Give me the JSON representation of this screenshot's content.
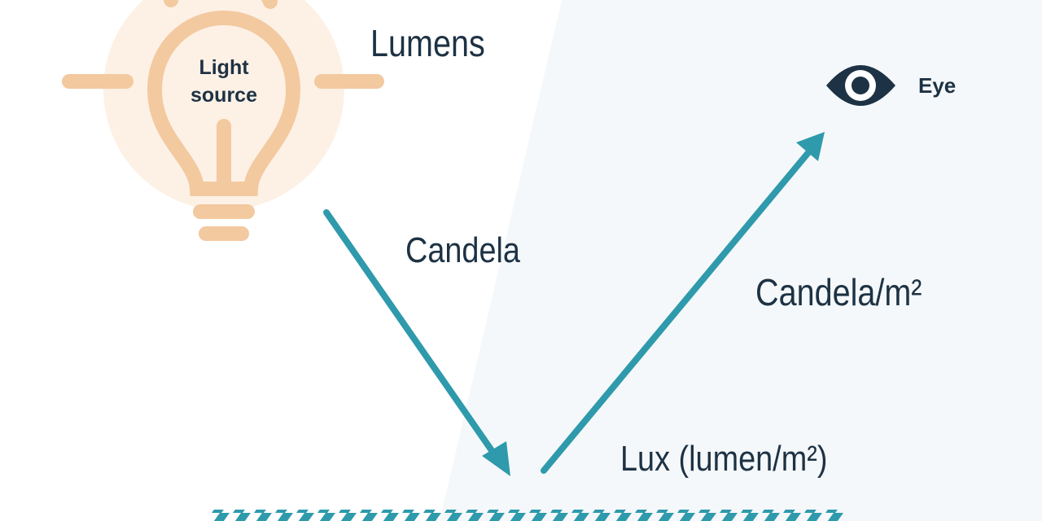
{
  "labels": {
    "lumens": "Lumens",
    "candela": "Candela",
    "candela_per_m2": "Candela/m²",
    "lux": "Lux (lumen/m²)",
    "eye": "Eye"
  },
  "light_source": {
    "line1": "Light",
    "line2": "source",
    "icon": "light-bulb-icon"
  },
  "icons": {
    "eye": "eye-icon",
    "incident_arrow": "arrow-down-right-icon",
    "reflected_arrow": "arrow-up-right-icon",
    "surface": "hatched-surface"
  },
  "colors": {
    "arrow": "#2e9aac",
    "bulb_stroke": "#f3c9a0",
    "bulb_glow": "#fdf1e6",
    "text": "#1d3244",
    "panel": "#f5f8fa"
  }
}
